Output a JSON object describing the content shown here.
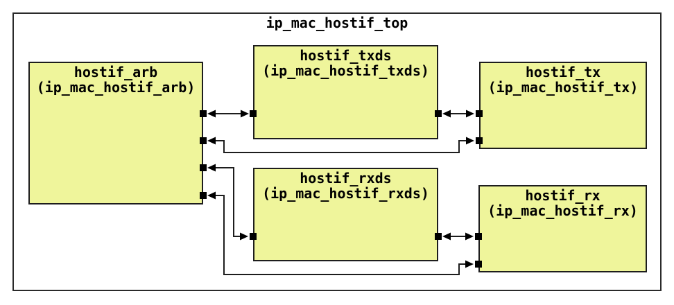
{
  "title": "ip_mac_hostif_top",
  "blocks": {
    "arb": {
      "name": "hostif_arb",
      "instance": "(ip_mac_hostif_arb)"
    },
    "txds": {
      "name": "hostif_txds",
      "instance": "(ip_mac_hostif_txds)"
    },
    "tx": {
      "name": "hostif_tx",
      "instance": "(ip_mac_hostif_tx)"
    },
    "rxds": {
      "name": "hostif_rxds",
      "instance": "(ip_mac_hostif_rxds)"
    },
    "rx": {
      "name": "hostif_rx",
      "instance": "(ip_mac_hostif_rx)"
    }
  },
  "connections": [
    {
      "from": "hostif_arb",
      "to": "hostif_txds",
      "type": "bidirectional"
    },
    {
      "from": "hostif_txds",
      "to": "hostif_tx",
      "type": "bidirectional"
    },
    {
      "from": "hostif_arb",
      "to": "hostif_tx",
      "type": "bidirectional"
    },
    {
      "from": "hostif_arb",
      "to": "hostif_rxds",
      "type": "bidirectional"
    },
    {
      "from": "hostif_rxds",
      "to": "hostif_rx",
      "type": "bidirectional"
    },
    {
      "from": "hostif_arb",
      "to": "hostif_rx",
      "type": "bidirectional"
    }
  ],
  "colors": {
    "block_fill": "#eff59b",
    "block_border": "#1d1d1d",
    "outer_border": "#2a2a2a",
    "wire": "#1d1d1d",
    "port": "#000000",
    "background": "#ffffff"
  }
}
